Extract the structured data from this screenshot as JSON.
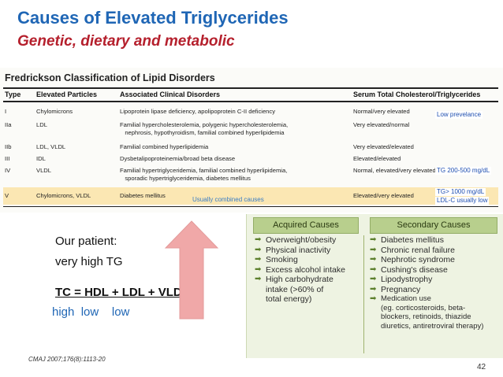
{
  "slide": {
    "title": "Causes of Elevated Triglycerides",
    "subtitle": "Genetic, dietary and metabolic",
    "page_number": "42",
    "citation": "CMAJ 2007;176(8):1113-20"
  },
  "table": {
    "caption": "Fredrickson Classification of Lipid Disorders",
    "headers": [
      "Type",
      "Elevated Particles",
      "Associated Clinical Disorders",
      "Serum Total Cholesterol/Triglycerides"
    ],
    "rows": [
      {
        "type": "I",
        "particles": "Chylomicrons",
        "disorders": "Lipoprotein lipase deficiency, apolipoprotein C-II deficiency",
        "serum": "Normal/very elevated"
      },
      {
        "type": "IIa",
        "particles": "LDL",
        "disorders": "Familial hypercholesterolemia, polygenic hypercholesterolemia,\n   nephrosis, hypothyroidism, familial combined hyperlipidemia",
        "serum": "Very elevated/normal"
      },
      {
        "type": "IIb",
        "particles": "LDL, VLDL",
        "disorders": "Familial combined hyperlipidemia",
        "serum": "Very elevated/elevated"
      },
      {
        "type": "III",
        "particles": "IDL",
        "disorders": "Dysbetalipoproteinemia/broad beta disease",
        "serum": "Elevated/elevated"
      },
      {
        "type": "IV",
        "particles": "VLDL",
        "disorders": "Familial hypertriglyceridemia, familial combined hyperlipidemia,\n   sporadic hypertriglyceridemia, diabetes mellitus",
        "serum": "Normal, elevated/very elevated"
      },
      {
        "type": "V",
        "particles": "Chylomicrons, VLDL",
        "disorders": "Diabetes mellitus",
        "serum": "Elevated/very elevated"
      }
    ],
    "notes": {
      "low_prevalence": "Low prevelance",
      "tg_range": "TG 200-500 mg/dL",
      "tg_high": "TG> 1000 mg/dL",
      "ldl_low": "LDL-C usually low",
      "combined": "Usually combined causes"
    }
  },
  "patient": {
    "line1": "Our patient:",
    "line2": "very high TG",
    "formula": "TC = HDL + LDL + VLDL",
    "levels": "high  low    low"
  },
  "causes": {
    "acquired_title": "Acquired Causes",
    "secondary_title": "Secondary Causes",
    "acquired": [
      "Overweight/obesity",
      "Physical inactivity",
      "Smoking",
      "Excess alcohol intake",
      "High carbohydrate\nintake (>60% of\ntotal energy)"
    ],
    "secondary": [
      "Diabetes mellitus",
      "Chronic renal failure",
      "Nephrotic syndrome",
      "Cushing's disease",
      "Lipodystrophy",
      "Pregnancy",
      "Medication use\n(eg. corticosteroids, beta-\nblockers, retinoids, thiazide\ndiuretics, antiretroviral therapy)"
    ]
  },
  "colors": {
    "title": "#1f66b5",
    "subtitle": "#b5202d",
    "arrow": "#f0a8a8",
    "table_highlight": "#fbe7b3",
    "causes_bg": "#eef3e2",
    "causes_header": "#b8cf8d"
  },
  "icons": {
    "bullet": "green-arrow-icon",
    "trend": "up-arrow-icon"
  }
}
